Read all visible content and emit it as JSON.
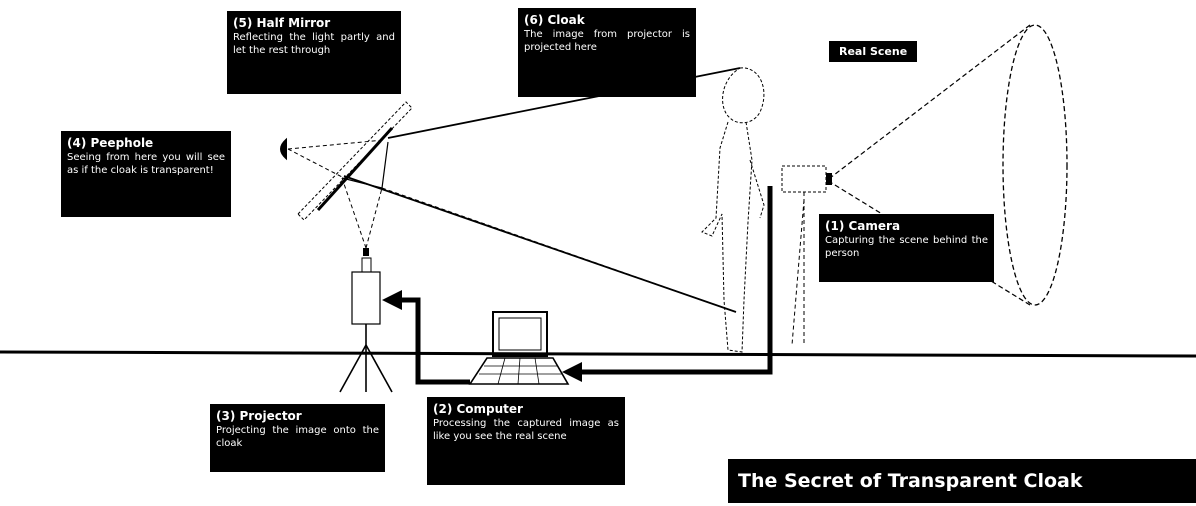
{
  "labels": {
    "half_mirror": {
      "title": "(5) Half Mirror",
      "desc": "Reflecting the light partly and let the rest through"
    },
    "cloak": {
      "title": "(6) Cloak",
      "desc": "The image from projector is projected here"
    },
    "peephole": {
      "title": "(4) Peephole",
      "desc": "Seeing from here you will see as if the cloak is transparent!"
    },
    "camera": {
      "title": "(1) Camera",
      "desc": "Capturing the scene behind the person"
    },
    "projector": {
      "title": "(3) Projector",
      "desc": "Projecting the image onto the cloak"
    },
    "computer": {
      "title": "(2) Computer",
      "desc": "Processing the captured image as like you see the real scene"
    },
    "real_scene": "Real Scene"
  },
  "banner": "The Secret of Transparent Cloak",
  "colors": {
    "background": "#ffffff",
    "ink": "#000000",
    "label_bg": "#000000",
    "label_text": "#ffffff"
  },
  "icons": [
    "eye-icon",
    "half-mirror-icon",
    "person-figure",
    "camera-icon",
    "projector-icon",
    "laptop-icon",
    "tripod-icon",
    "real-scene-cone",
    "arrow-icon"
  ]
}
